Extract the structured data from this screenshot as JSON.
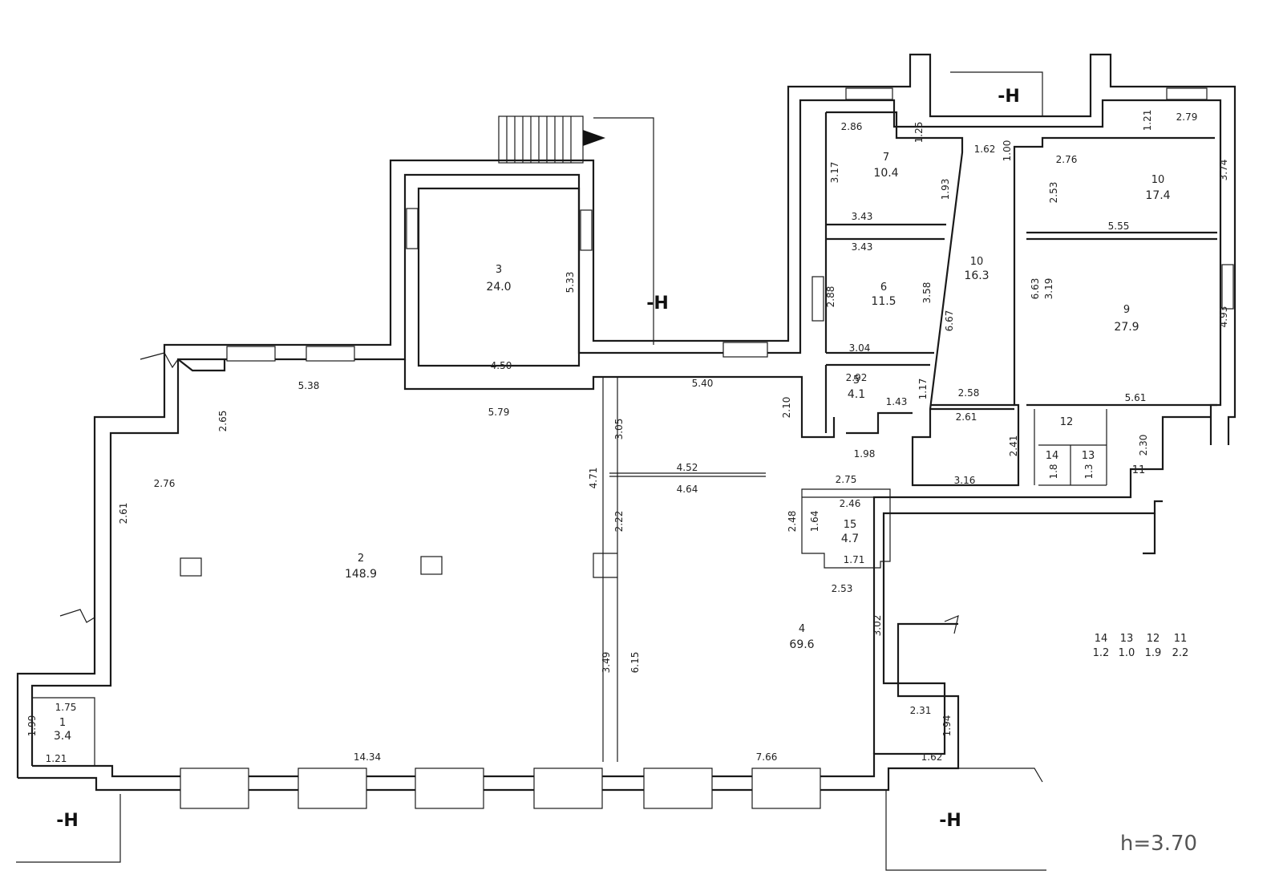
{
  "plan": {
    "height_note": "h=3.70",
    "section_marks": [
      "-H",
      "-H",
      "-H",
      "-H"
    ],
    "rooms": [
      {
        "num": "1",
        "area": "3.4"
      },
      {
        "num": "2",
        "area": "148.9"
      },
      {
        "num": "3",
        "area": "24.0"
      },
      {
        "num": "4",
        "area": "69.6"
      },
      {
        "num": "5",
        "area": "4.1"
      },
      {
        "num": "6",
        "area": "11.5"
      },
      {
        "num": "7",
        "area": "10.4"
      },
      {
        "num": "9",
        "area": "27.9"
      },
      {
        "num": "10",
        "area": "16.3"
      },
      {
        "num": "10",
        "area": "17.4"
      },
      {
        "num": "11",
        "area": ""
      },
      {
        "num": "12",
        "area": ""
      },
      {
        "num": "13",
        "area": ""
      },
      {
        "num": "14",
        "area": ""
      },
      {
        "num": "15",
        "area": "4.7"
      }
    ],
    "legend": [
      {
        "num": "14",
        "area": "1.2"
      },
      {
        "num": "13",
        "area": "1.0"
      },
      {
        "num": "12",
        "area": "1.9"
      },
      {
        "num": "11",
        "area": "2.2"
      }
    ],
    "dimensions": [
      "1.75",
      "1.99",
      "1.21",
      "14.34",
      "7.66",
      "1.62",
      "2.31",
      "1.94",
      "3.02",
      "2.53",
      "1.71",
      "2.48",
      "1.64",
      "2.75",
      "2.46",
      "5.38",
      "2.65",
      "2.76",
      "2.61",
      "5.79",
      "4.50",
      "5.33",
      "5.40",
      "3.05",
      "4.71",
      "4.52",
      "4.64",
      "2.22",
      "3.49",
      "6.15",
      "2.10",
      "1.98",
      "1.43",
      "1.17",
      "2.92",
      "3.04",
      "3.58",
      "3.43",
      "3.43",
      "2.88",
      "3.17",
      "2.86",
      "1.25",
      "1.93",
      "6.67",
      "1.62",
      "1.00",
      "2.53",
      "2.76",
      "2.79",
      "1.21",
      "3.74",
      "5.55",
      "3.19",
      "6.63",
      "4.93",
      "5.61",
      "2.58",
      "2.61",
      "2.41",
      "3.16",
      "2.30",
      "1.8",
      "1.3"
    ]
  }
}
